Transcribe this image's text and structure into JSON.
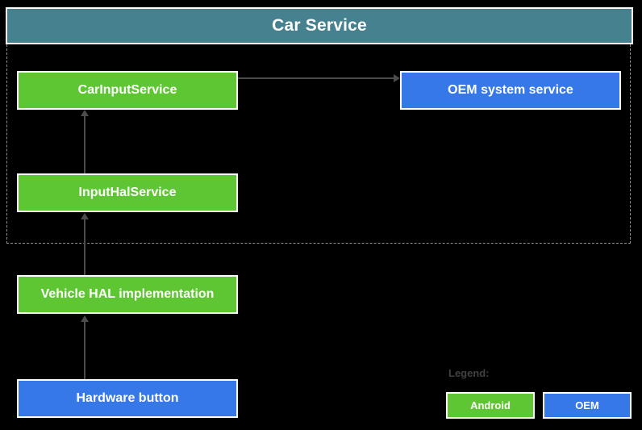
{
  "diagram": {
    "title": "Car Service",
    "nodes": [
      {
        "id": "car-input-service",
        "label": "CarInputService",
        "type": "android"
      },
      {
        "id": "oem-system-service",
        "label": "OEM system service",
        "type": "oem"
      },
      {
        "id": "input-hal-service",
        "label": "InputHalService",
        "type": "android"
      },
      {
        "id": "vehicle-hal-implementation",
        "label": "Vehicle HAL implementation",
        "type": "android"
      },
      {
        "id": "hardware-button",
        "label": "Hardware button",
        "type": "oem"
      }
    ],
    "edges": [
      {
        "from": "hardware-button",
        "to": "vehicle-hal-implementation",
        "direction": "up"
      },
      {
        "from": "vehicle-hal-implementation",
        "to": "input-hal-service",
        "direction": "up"
      },
      {
        "from": "input-hal-service",
        "to": "car-input-service",
        "direction": "up"
      },
      {
        "from": "car-input-service",
        "to": "oem-system-service",
        "direction": "right"
      }
    ]
  },
  "legend": {
    "label": "Legend:",
    "items": [
      {
        "label": "Android",
        "type": "android"
      },
      {
        "label": "OEM",
        "type": "oem"
      }
    ]
  },
  "colors": {
    "background": "#000000",
    "title_bar": "#45818e",
    "android": "#5ec632",
    "oem": "#3678e8",
    "connector": "#4c4c4c",
    "dashed_border": "#8f8f8f",
    "box_text": "#ffffff",
    "legend_label_text": "#414141"
  }
}
